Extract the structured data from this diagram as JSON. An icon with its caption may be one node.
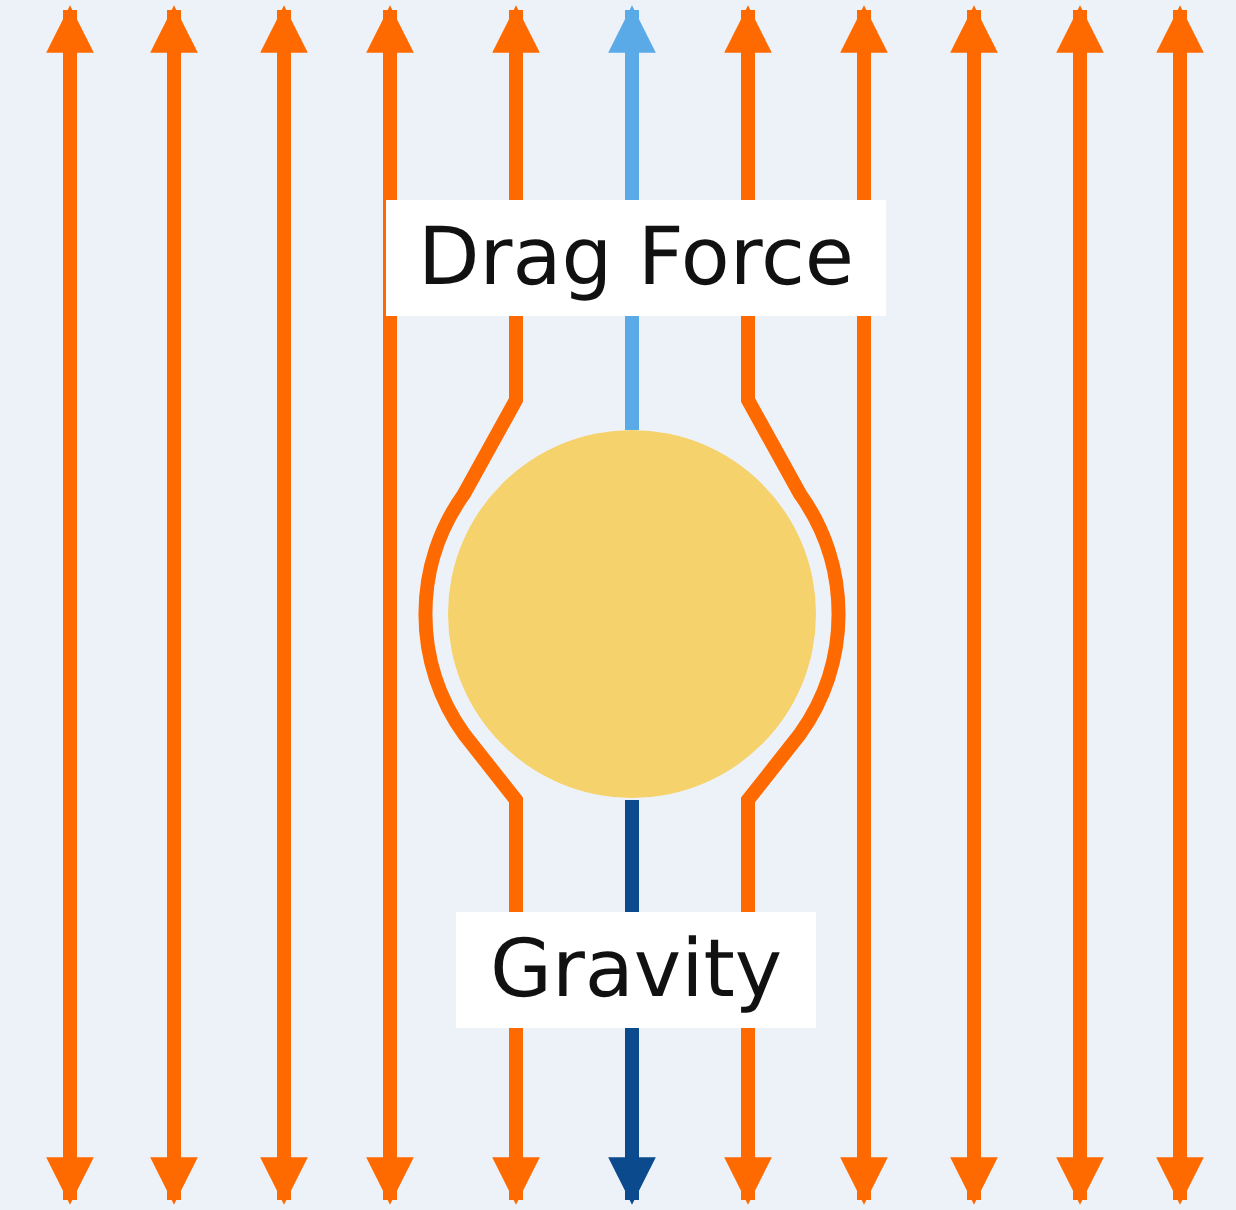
{
  "diagram": {
    "nodes": [
      {
        "text": [],
        "shape": "circle"
      }
    ],
    "labels": [
      "Drag Force",
      "Gravity"
    ]
  }
}
